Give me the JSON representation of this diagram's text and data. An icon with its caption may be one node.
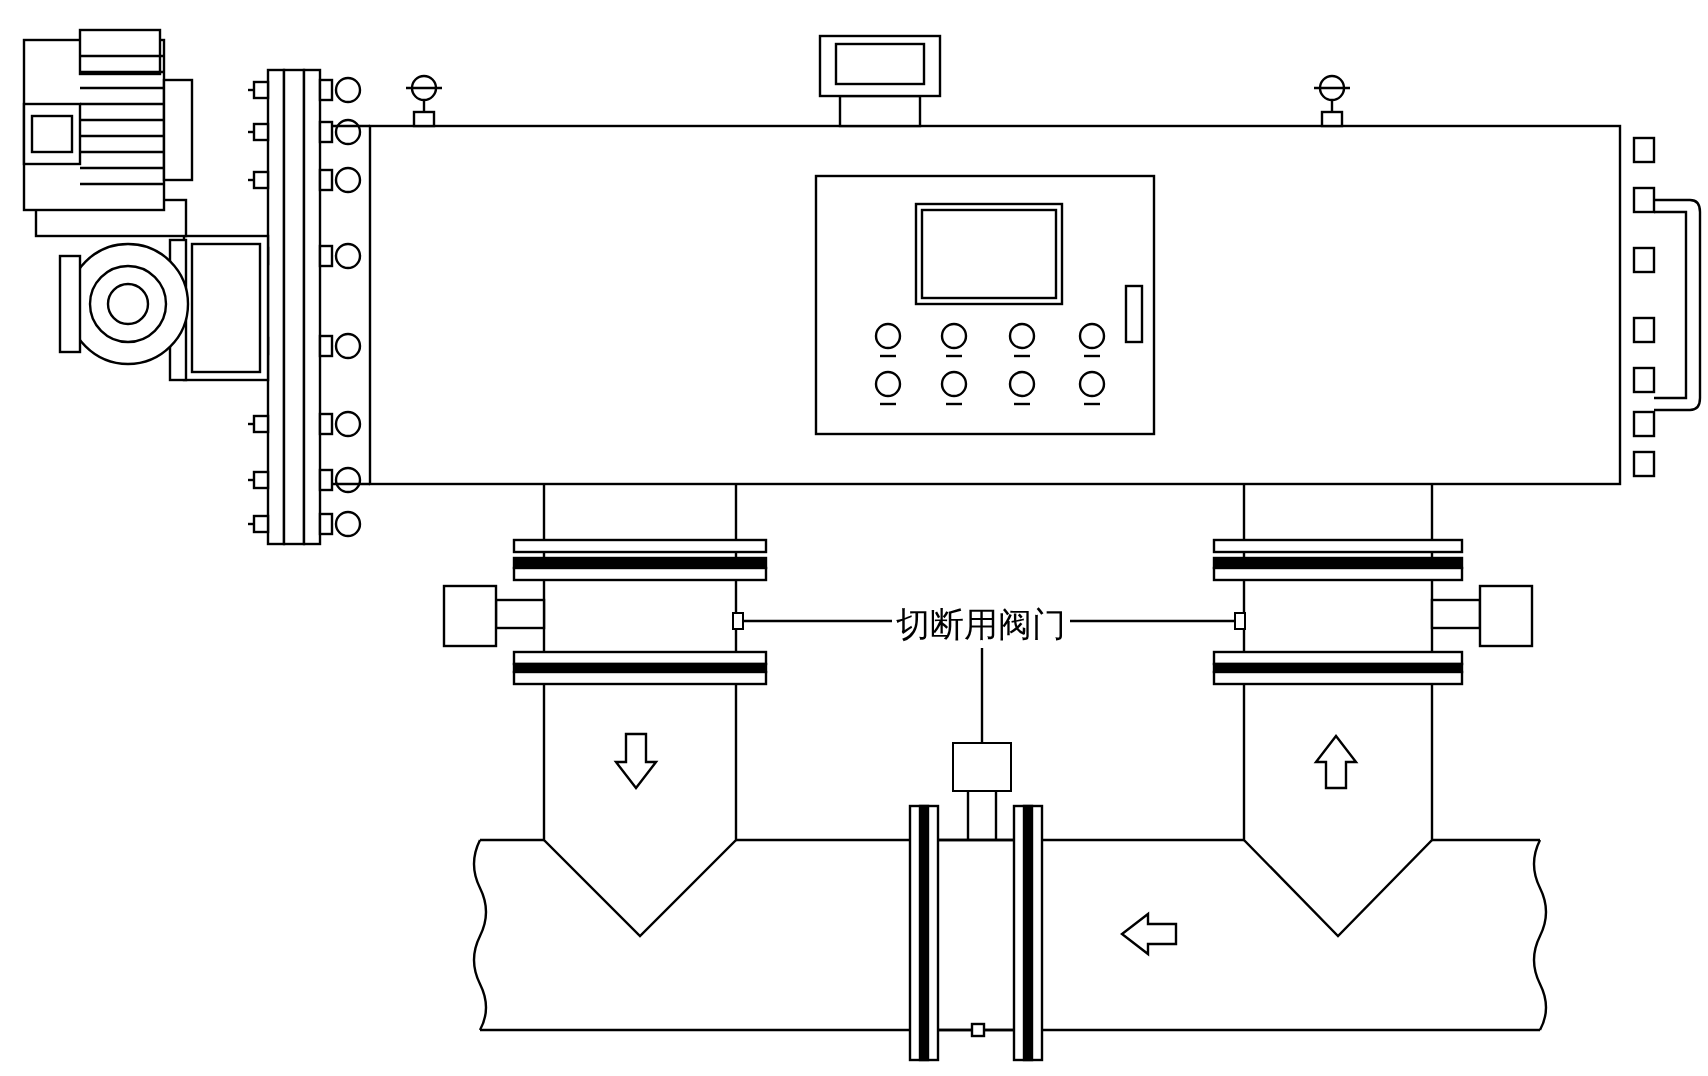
{
  "diagram": {
    "nodes": [
      {
        "text": [
          "切断用阀门"
        ]
      },
      {
        "text": [],
        "shape": "box"
      },
      {
        "text": [],
        "shape": "box"
      },
      {
        "text": [],
        "shape": "box"
      }
    ],
    "edges": [
      {
        "from": 0,
        "to": 1,
        "arrow": "none"
      },
      {
        "from": 0,
        "to": 2,
        "arrow": "none"
      },
      {
        "from": 0,
        "to": 3,
        "arrow": "none"
      }
    ]
  }
}
